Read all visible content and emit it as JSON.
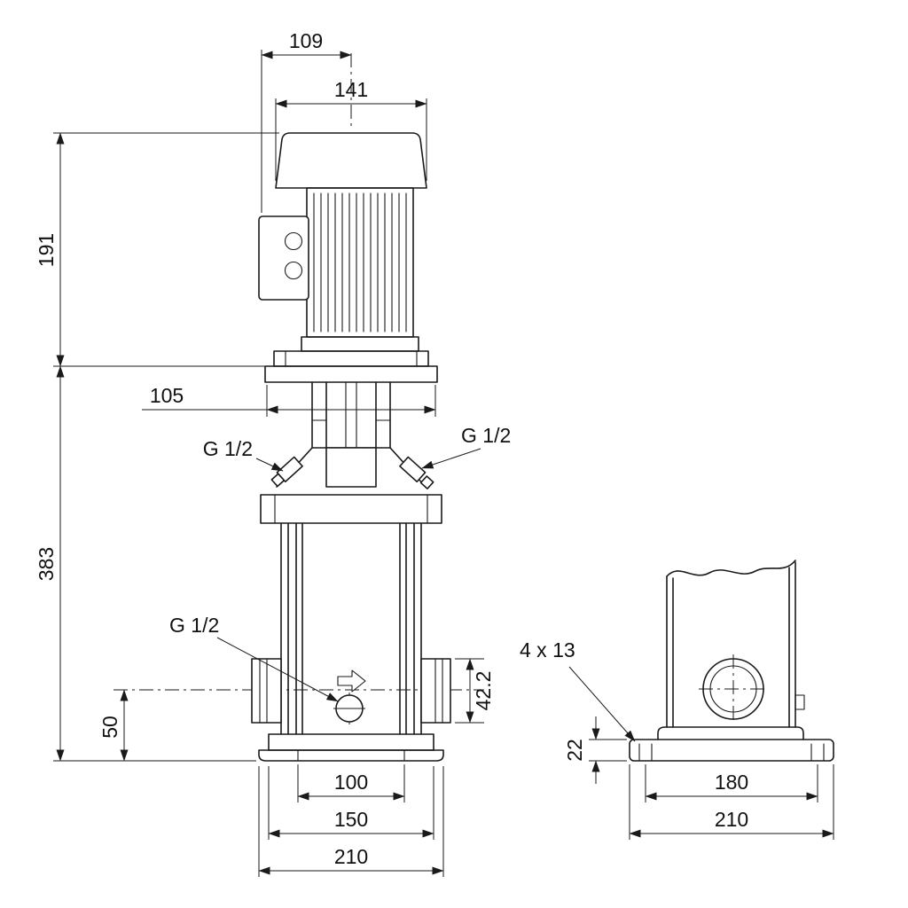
{
  "meta": {
    "background_color": "#ffffff",
    "line_color": "#1a1a1a",
    "description": "Dimensional outline drawing of a vertical multistage centrifugal pump, front view and side view"
  },
  "front_view": {
    "dims": {
      "terminal_box_to_center": "109",
      "motor_width": "141",
      "motor_height": "191",
      "head_width": "105",
      "pump_height": "383",
      "port_center_to_base": "50",
      "port_outer_diameter": "42.2",
      "base_hole_spacing": "100",
      "base_top_width": "150",
      "base_width": "210"
    },
    "labels": {
      "left_plug": "G 1/2",
      "right_plug": "G 1/2",
      "drain_plug": "G 1/2"
    }
  },
  "side_view": {
    "dims": {
      "base_holes": "4 x 13",
      "base_plate_height": "22",
      "hole_spacing": "180",
      "base_plate_width": "210"
    }
  }
}
